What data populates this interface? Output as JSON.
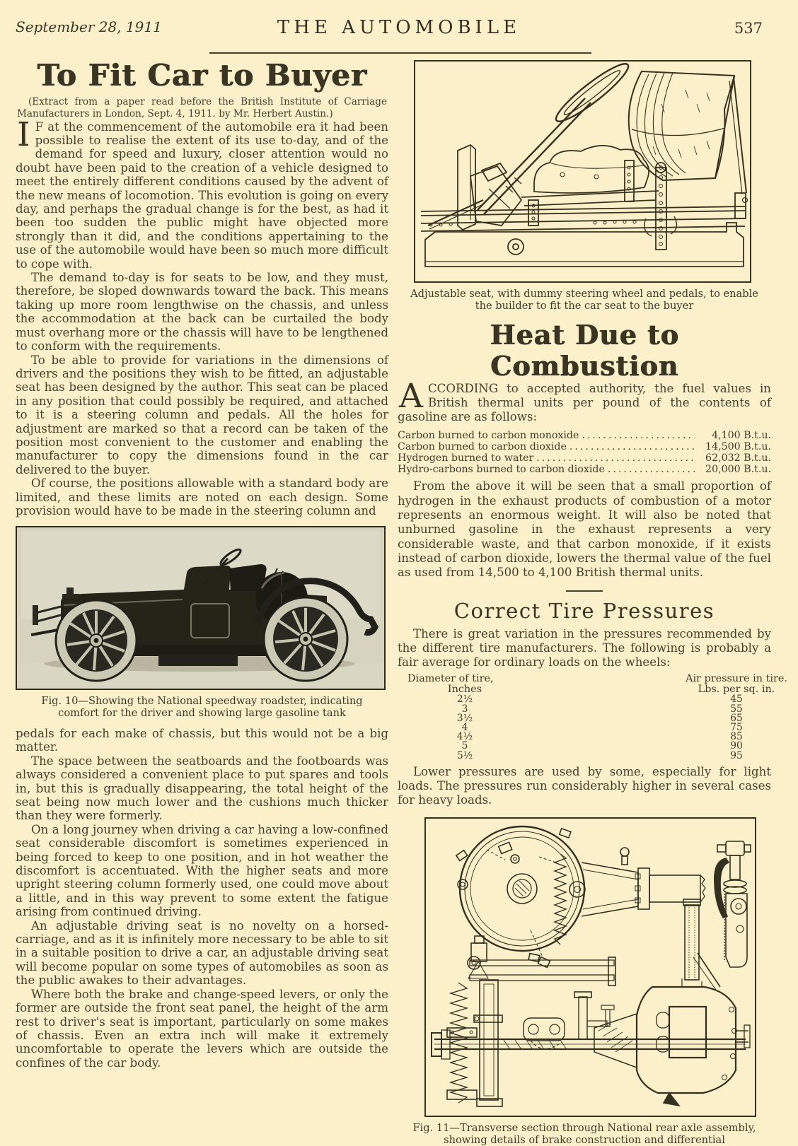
{
  "header": {
    "date": "September 28, 1911",
    "masthead": "THE  AUTOMOBILE",
    "page_number": "537"
  },
  "article_fit_car": {
    "title": "To Fit Car to Buyer",
    "byline": "(Extract from a paper read before the British Institute of Carriage Manufacturers in London, Sept. 4, 1911. by Mr. Herbert Austin.)",
    "drop_cap": "I",
    "p1": "F at the commencement of the automobile era it had been possible to realise the extent of its use to-day, and of the demand for speed and luxury, closer attention would no doubt have been paid to the creation of a vehicle designed to meet the entirely different conditions caused by the advent of the new means of locomotion. This evolution is going on every day, and perhaps the gradual change is for the best, as had it been too sudden the public might have objected more strongly than it did, and the conditions appertaining to the use of the automobile would have been so much more difficult to cope with.",
    "p2": "The demand to-day is for seats to be low, and they must, therefore, be sloped downwards toward the back. This means taking up more room lengthwise on the chassis, and unless the accommodation at the back can be curtailed the body must overhang more or the chassis will have to be lengthened to conform with the requirements.",
    "p3": "To be able to provide for variations in the dimensions of drivers and the positions they wish to be fitted, an adjustable seat has been designed by the author. This seat can be placed in any position that could possibly be required, and attached to it is a steering column and pedals. All the holes for adjustment are marked so that a record can be taken of the position most convenient to the customer and enabling the manufacturer to copy the dimensions found in the car delivered to the buyer.",
    "p4": "Of course, the positions allowable with a standard body are limited, and these limits are noted on each design. Some provision would have to be made in the steering column and",
    "fig10_caption": "Fig. 10—Showing the National speedway roadster, indicating comfort for the driver and showing large gasoline tank",
    "p5": "pedals for each make of chassis, but this would not be a big matter.",
    "p6": "The space between the seatboards and the footboards was always considered a convenient place to put spares and tools in, but this is gradually disappearing, the total height of the seat being now much lower and the cushions much thicker than they were formerly.",
    "p7": "On a long journey when driving a car having a low-confined seat considerable discomfort is sometimes experienced in being forced to keep to one position, and in hot weather the discomfort is accentuated. With the higher seats and more upright steering column formerly used, one could move about a little, and in this way prevent to some extent the fatigue arising from continued driving.",
    "p8": "An adjustable driving seat is no novelty on a horsed-carriage, and as it is infinitely more necessary to be able to sit in a suitable position to drive a car, an adjustable driving seat will become popular on some types of automobiles as soon as the public awakes to their advantages.",
    "p9": "Where both the brake and change-speed levers, or only the former are outside the front seat panel, the height of the arm rest to driver's seat is important, particularly on some makes of chassis. Even an extra inch will make it extremely uncomfortable to operate the levers which are outside the confines of the car body."
  },
  "seat_figure": {
    "caption": "Adjustable seat, with dummy steering wheel and pedals, to enable the builder to fit the car seat to the buyer"
  },
  "article_heat": {
    "title": "Heat Due to Combustion",
    "drop_cap": "A",
    "intro": "CCORDING to accepted authority, the fuel values in British thermal units per pound of the contents of gasoline are as follows:",
    "fuel_values": [
      {
        "label": "Carbon burned to carbon monoxide",
        "value": "4,100 B.t.u."
      },
      {
        "label": "Carbon burned to carbon dioxide",
        "value": "14,500 B.t.u."
      },
      {
        "label": "Hydrogen burned to water",
        "value": "62,032 B.t.u."
      },
      {
        "label": "Hydro-carbons burned to carbon dioxide",
        "value": "20,000 B.t.u."
      }
    ],
    "body": "From the above it will be seen that a small proportion of hydrogen in the exhaust products of combustion of a motor represents an enormous weight. It will also be noted that unburned gasoline in the exhaust represents a very considerable waste, and that carbon monoxide, if it exists instead of carbon dioxide, lowers the thermal value of the fuel as used from 14,500 to 4,100 British thermal units."
  },
  "article_tires": {
    "title": "Correct Tire Pressures",
    "intro": "There is great variation in the pressures recommended by the different tire manufacturers. The following is probably a fair average for ordinary loads on the wheels:",
    "table": {
      "col1_header_line1": "Diameter of tire,",
      "col1_header_line2": "Inches",
      "col2_header_line1": "Air pressure in tire.",
      "col2_header_line2": "Lbs. per sq. in.",
      "rows": [
        {
          "diameter": "2½",
          "pressure": "45"
        },
        {
          "diameter": "3",
          "pressure": "55"
        },
        {
          "diameter": "3½",
          "pressure": "65"
        },
        {
          "diameter": "4",
          "pressure": "75"
        },
        {
          "diameter": "4½",
          "pressure": "85"
        },
        {
          "diameter": "5",
          "pressure": "90"
        },
        {
          "diameter": "5½",
          "pressure": "95"
        }
      ]
    },
    "outro": "Lower pressures are used by some, especially for light loads. The pressures run considerably higher in several cases for heavy loads."
  },
  "fig11": {
    "caption": "Fig. 11—Transverse section through National rear axle assembly, showing details of brake construction and differential"
  },
  "colors": {
    "paper": "#fbf0ca",
    "ink": "#453f2c",
    "photo_bg": "#d6d3bf"
  }
}
